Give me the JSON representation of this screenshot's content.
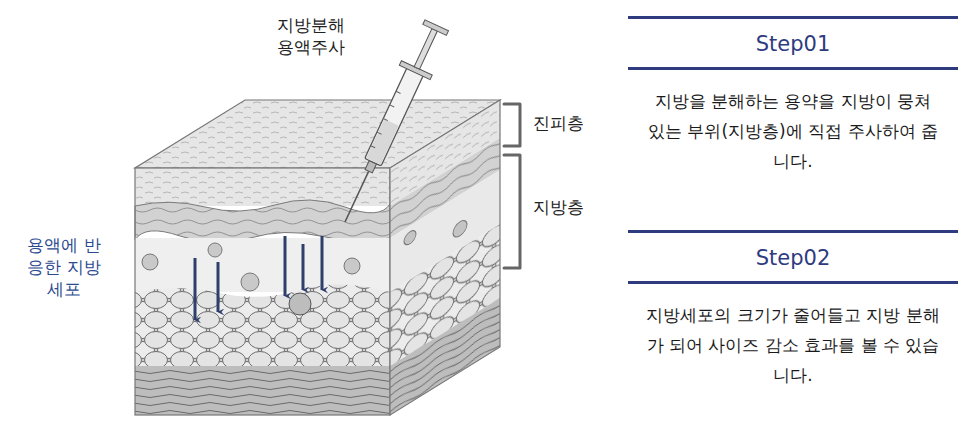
{
  "diagram": {
    "nodes": [
      {
        "text": [
          "Step01",
          "지방을 분해하는 용약을 지방이 뭉쳐 있는 부위(지방층)에 직접 주사하여 줍니다."
        ]
      },
      {
        "text": [
          "Step02",
          "지방세포의 크기가 줄어들고 지방 분해가 되어 사이즈 감소 효과를 볼 수 있습니다."
        ]
      }
    ],
    "labels": [
      "지방분해 용액주사",
      "진피층",
      "지방층",
      "용액에 반응한 지방세포"
    ]
  }
}
